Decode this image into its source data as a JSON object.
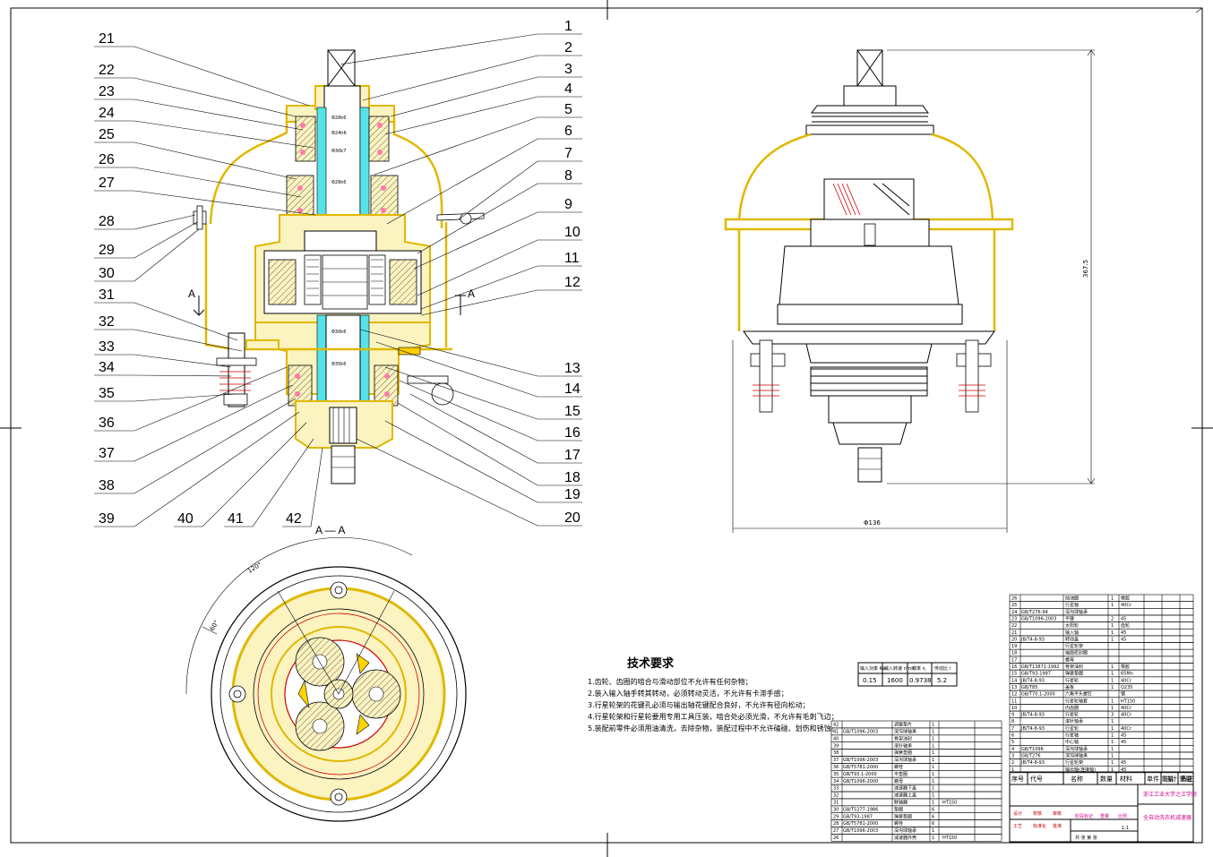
{
  "callouts_right": [
    "1",
    "2",
    "3",
    "4",
    "5",
    "6",
    "7",
    "8",
    "9",
    "10",
    "11",
    "12",
    "13",
    "14",
    "15",
    "16",
    "17",
    "18",
    "19",
    "20"
  ],
  "callouts_left": [
    "21",
    "22",
    "23",
    "24",
    "25",
    "26",
    "27",
    "28",
    "29",
    "30",
    "31",
    "32",
    "33",
    "34",
    "35",
    "36",
    "37",
    "38",
    "39",
    "40",
    "41",
    "42"
  ],
  "section_mark": "A",
  "section_title": "A — A",
  "angle_120": "120°",
  "angle_60": "60°",
  "dim_height": "367.5",
  "dim_width": "Φ136",
  "tech_req": {
    "title": "技术要求",
    "items": [
      "1.齿轮、齿圈的啮合与滑动部位不允许有任何杂物；",
      "2.装入输入轴手转其转动，必须转动灵活，不允许有卡滞手感；",
      "3.行星轮架的花键孔必须与输出轴花键配合良好，不允许有径向松动；",
      "4.行星轮架和行星轮要用专用工具压装，啮合处必须光滑，不允许有毛刺飞边；",
      "5.装配前零件必须用油清洗，去除杂物，装配过程中不允许磕碰、划伤和锈蚀。"
    ]
  },
  "param_table": {
    "headers": [
      "输入功率 Kw",
      "输入转速 r/min",
      "效率 η",
      "传动比 i"
    ],
    "values": [
      "0.15",
      "1600",
      "0.9738",
      "5.2"
    ]
  },
  "bom_header": [
    "序号",
    "代号",
    "名称",
    "数量",
    "材料",
    "单件 重量",
    "总计 重量",
    "备注"
  ],
  "bom_right_rows": [
    {
      "no": "26",
      "code": "",
      "name": "挡油圈",
      "qty": "1",
      "mat": "橡胶"
    },
    {
      "no": "25",
      "code": "",
      "name": "行星轴",
      "qty": "1",
      "mat": "40Cr"
    },
    {
      "no": "24",
      "code": "GB/T276-94",
      "name": "深沟球轴承",
      "qty": "",
      "mat": ""
    },
    {
      "no": "23",
      "code": "GB/T1096-2003",
      "name": "平键",
      "qty": "2",
      "mat": "45"
    },
    {
      "no": "22",
      "code": "",
      "name": "太阳轮",
      "qty": "1",
      "mat": "齿轮"
    },
    {
      "no": "21",
      "code": "",
      "name": "输入轴",
      "qty": "1",
      "mat": "45"
    },
    {
      "no": "20",
      "code": "JB/T4-8-93",
      "name": "转动盖",
      "qty": "1",
      "mat": "45"
    },
    {
      "no": "19",
      "code": "",
      "name": "行星轮架",
      "qty": "",
      "mat": ""
    },
    {
      "no": "18",
      "code": "",
      "name": "端面密封圈",
      "qty": "",
      "mat": ""
    },
    {
      "no": "17",
      "code": "",
      "name": "螺母",
      "qty": "",
      "mat": ""
    },
    {
      "no": "16",
      "code": "GB/T13871-1992",
      "name": "骨架油封",
      "qty": "1",
      "mat": "橡胶"
    },
    {
      "no": "15",
      "code": "GB/T93-1987",
      "name": "弹簧垫圈",
      "qty": "1",
      "mat": "65Mn"
    },
    {
      "no": "14",
      "code": "JB/T4-8-93",
      "name": "行星轮",
      "qty": "1",
      "mat": "40Cr"
    },
    {
      "no": "13",
      "code": "GB/T85",
      "name": "盖板",
      "qty": "1",
      "mat": "Q235"
    },
    {
      "no": "12",
      "code": "GB/T70.1-2000",
      "name": "六角平头螺钉",
      "qty": "",
      "mat": "钢"
    },
    {
      "no": "11",
      "code": "",
      "name": "行星轮轴套",
      "qty": "1",
      "mat": "HT150"
    },
    {
      "no": "10",
      "code": "",
      "name": "内齿圈",
      "qty": "1",
      "mat": "40Cr"
    },
    {
      "no": "9",
      "code": "JB/T4-8-93",
      "name": "行星轮",
      "qty": "3",
      "mat": "40Cr"
    },
    {
      "no": "8",
      "code": "",
      "name": "滚针轴承",
      "qty": "1",
      "mat": ""
    },
    {
      "no": "7",
      "code": "JB/T4-8-93",
      "name": "行星轮",
      "qty": "1",
      "mat": "40Cr"
    },
    {
      "no": "6",
      "code": "",
      "name": "行星轴",
      "qty": "1",
      "mat": "45"
    },
    {
      "no": "5",
      "code": "",
      "name": "中心轴",
      "qty": "1",
      "mat": "45"
    },
    {
      "no": "4",
      "code": "GB/T1096",
      "name": "深沟球轴承",
      "qty": "1",
      "mat": ""
    },
    {
      "no": "3",
      "code": "GB/T276",
      "name": "深沟球轴承",
      "qty": "1",
      "mat": ""
    },
    {
      "no": "2",
      "code": "JB/T4-8-93",
      "name": "行星轮架",
      "qty": "1",
      "mat": "45"
    },
    {
      "no": "1",
      "code": "",
      "name": "输出轴(连接轴)",
      "qty": "1",
      "mat": "45"
    }
  ],
  "bom_left_rows": [
    {
      "no": "42",
      "code": "",
      "name": "调整垫片",
      "qty": "1",
      "mat": ""
    },
    {
      "no": "41",
      "code": "GB/T1096-2003",
      "name": "深沟球轴承",
      "qty": "1",
      "mat": ""
    },
    {
      "no": "40",
      "code": "",
      "name": "骨架油封",
      "qty": "1",
      "mat": ""
    },
    {
      "no": "39",
      "code": "",
      "name": "滚针轴承",
      "qty": "1",
      "mat": ""
    },
    {
      "no": "38",
      "code": "",
      "name": "弹簧垫圈",
      "qty": "1",
      "mat": ""
    },
    {
      "no": "37",
      "code": "GB/T1096-2003",
      "name": "深沟球轴承",
      "qty": "1",
      "mat": ""
    },
    {
      "no": "36",
      "code": "GB/T5781-2000",
      "name": "螺栓",
      "qty": "1",
      "mat": ""
    },
    {
      "no": "35",
      "code": "GB/T93.1-2000",
      "name": "平垫圈",
      "qty": "1",
      "mat": ""
    },
    {
      "no": "34",
      "code": "GB/T1096-2000",
      "name": "螺母",
      "qty": "1",
      "mat": ""
    },
    {
      "no": "33",
      "code": "",
      "name": "减速器下盖",
      "qty": "1",
      "mat": ""
    },
    {
      "no": "32",
      "code": "",
      "name": "减速器上盖",
      "qty": "1",
      "mat": ""
    },
    {
      "no": "31",
      "code": "",
      "name": "联轴器",
      "qty": "1",
      "mat": "HT150"
    },
    {
      "no": "30",
      "code": "GB/T5277-1986",
      "name": "垫圈",
      "qty": "6",
      "mat": ""
    },
    {
      "no": "29",
      "code": "GB/T93-1987",
      "name": "弹簧垫圈",
      "qty": "6",
      "mat": ""
    },
    {
      "no": "28",
      "code": "GB/T5781-2000",
      "name": "螺栓",
      "qty": "6",
      "mat": ""
    },
    {
      "no": "27",
      "code": "GB/T1096-2003",
      "name": "深沟球轴承",
      "qty": "1",
      "mat": ""
    },
    {
      "no": "26",
      "code": "",
      "name": "减速器外壳",
      "qty": "1",
      "mat": "HT150"
    }
  ],
  "title_block": {
    "school": "浙江工业大学之江学院",
    "drawing_name": "全自动洗衣机减速器",
    "roles": [
      "设计",
      "校核",
      "审核",
      "工艺",
      "标准化",
      "批准"
    ],
    "stage_labels": [
      "阶段标记",
      "重量",
      "比例"
    ],
    "scale": "1:1",
    "sheet_text": "共 张 第 张"
  },
  "colors": {
    "yellow_fill": "#fbf3c0",
    "yellow_line": "#e0b800",
    "cyan": "#56e3e8",
    "red": "#d00000",
    "magenta": "#d0008a",
    "pink": "#ff7aa8"
  }
}
